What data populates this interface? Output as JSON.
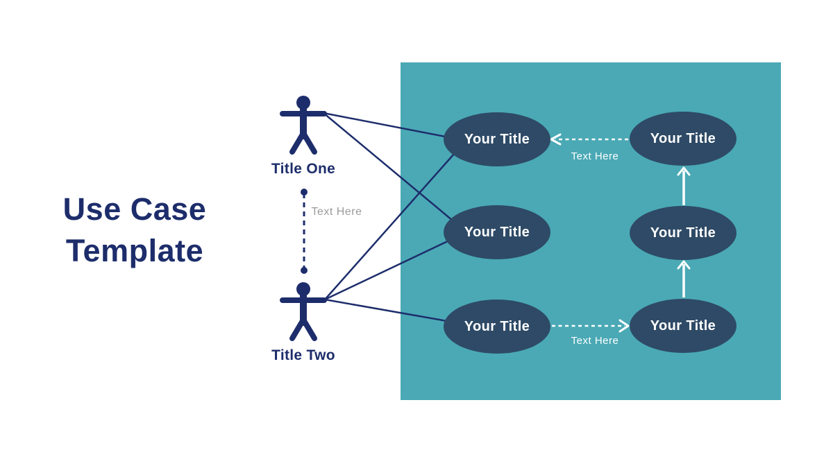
{
  "title": {
    "text": "Use Case Template"
  },
  "actors": [
    {
      "label": "Title One"
    },
    {
      "label": "Title Two"
    }
  ],
  "actor_link": {
    "label": "Text Here"
  },
  "use_cases": [
    {
      "label": "Your Title"
    },
    {
      "label": "Your Title"
    },
    {
      "label": "Your Title"
    },
    {
      "label": "Your Title"
    },
    {
      "label": "Your Title"
    },
    {
      "label": "Your Title"
    }
  ],
  "arrows": [
    {
      "label": "Text Here",
      "direction": "left"
    },
    {
      "label": "Text Here",
      "direction": "right"
    }
  ],
  "colors": {
    "navy": "#1d2d6b",
    "teal": "#4aa9b5",
    "node": "#2e4a66",
    "gray_text": "#9b9b9b",
    "white": "#ffffff"
  }
}
